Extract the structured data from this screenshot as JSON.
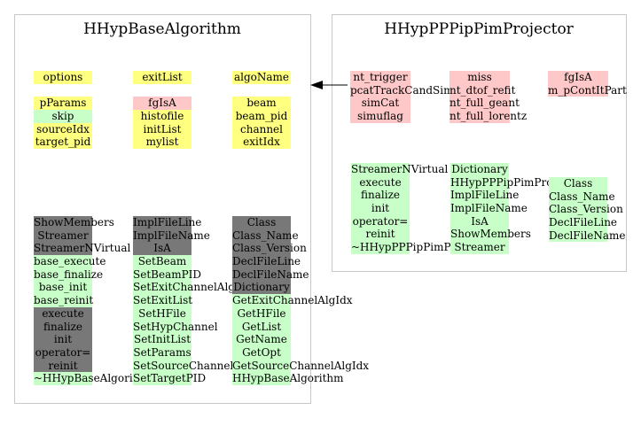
{
  "colors": {
    "yellow": "#ffff80",
    "pink": "#ffc8c8",
    "green": "#c8ffc8",
    "gray": "#787878",
    "border": "#c8c8c8"
  },
  "left_class": {
    "title": "HHypBaseAlgorithm",
    "data_members": [
      {
        "color": "yellow",
        "rows": [
          "options",
          "",
          "pParams",
          "skip",
          "sourceIdx",
          "target_pid"
        ],
        "colors": [
          "yellow",
          "white",
          "yellow",
          "green",
          "yellow",
          "yellow"
        ]
      },
      {
        "color": "yellow",
        "rows": [
          "exitList",
          "",
          "fgIsA",
          "histofile",
          "initList",
          "mylist"
        ],
        "colors": [
          "yellow",
          "white",
          "pink",
          "yellow",
          "yellow",
          "yellow"
        ]
      },
      {
        "color": "yellow",
        "rows": [
          "algoName",
          "",
          "beam",
          "beam_pid",
          "channel",
          "exitIdx"
        ],
        "colors": [
          "yellow",
          "white",
          "yellow",
          "yellow",
          "yellow",
          "yellow"
        ]
      }
    ],
    "methods": [
      {
        "rows": [
          "ShowMembers",
          "Streamer",
          "StreamerNVirtual",
          "base_execute",
          "base_finalize",
          "base_init",
          "base_reinit",
          "execute",
          "finalize",
          "init",
          "operator=",
          "reinit",
          "~HHypBaseAlgorithm"
        ],
        "colors": [
          "gray",
          "gray",
          "gray",
          "green",
          "green",
          "green",
          "green",
          "gray",
          "gray",
          "gray",
          "gray",
          "gray",
          "green"
        ]
      },
      {
        "rows": [
          "ImplFileLine",
          "ImplFileName",
          "IsA",
          "SetBeam",
          "SetBeamPID",
          "SetExitChannelAlgIdx",
          "SetExitList",
          "SetHFile",
          "SetHypChannel",
          "SetInitList",
          "SetParams",
          "SetSourceChannelAlgIdx",
          "SetTargetPID"
        ],
        "colors": [
          "gray",
          "gray",
          "gray",
          "green",
          "green",
          "green",
          "green",
          "green",
          "green",
          "green",
          "green",
          "green",
          "green"
        ]
      },
      {
        "rows": [
          "Class",
          "Class_Name",
          "Class_Version",
          "DeclFileLine",
          "DeclFileName",
          "Dictionary",
          "GetExitChannelAlgIdx",
          "GetHFile",
          "GetList",
          "GetName",
          "GetOpt",
          "GetSourceChannelAlgIdx",
          "HHypBaseAlgorithm"
        ],
        "colors": [
          "gray",
          "gray",
          "gray",
          "gray",
          "gray",
          "gray",
          "green",
          "green",
          "green",
          "green",
          "green",
          "green",
          "green"
        ]
      }
    ]
  },
  "right_class": {
    "title": "HHypPPPipPimProjector",
    "data_members": [
      {
        "rows": [
          "nt_trigger",
          "pcatTrackCandSim",
          "simCat",
          "simuflag"
        ],
        "colors": [
          "pink",
          "pink",
          "pink",
          "pink"
        ]
      },
      {
        "rows": [
          "miss",
          "nt_dtof_refit",
          "nt_full_geant",
          "nt_full_lorentz"
        ],
        "colors": [
          "pink",
          "pink",
          "pink",
          "pink"
        ]
      },
      {
        "rows": [
          "fgIsA",
          "m_pContItPart"
        ],
        "colors": [
          "pink",
          "pink"
        ]
      }
    ],
    "methods": [
      {
        "rows": [
          "StreamerNVirtual",
          "execute",
          "finalize",
          "init",
          "operator=",
          "reinit",
          "~HHypPPPipPimProjector"
        ],
        "colors": [
          "green",
          "green",
          "green",
          "green",
          "green",
          "green",
          "green"
        ]
      },
      {
        "rows": [
          "Dictionary",
          "HHypPPPipPimProjector",
          "ImplFileLine",
          "ImplFileName",
          "IsA",
          "ShowMembers",
          "Streamer"
        ],
        "colors": [
          "green",
          "green",
          "green",
          "green",
          "green",
          "green",
          "green"
        ]
      },
      {
        "rows": [
          "Class",
          "Class_Name",
          "Class_Version",
          "DeclFileLine",
          "DeclFileName"
        ],
        "colors": [
          "green",
          "green",
          "green",
          "green",
          "green"
        ]
      }
    ]
  }
}
